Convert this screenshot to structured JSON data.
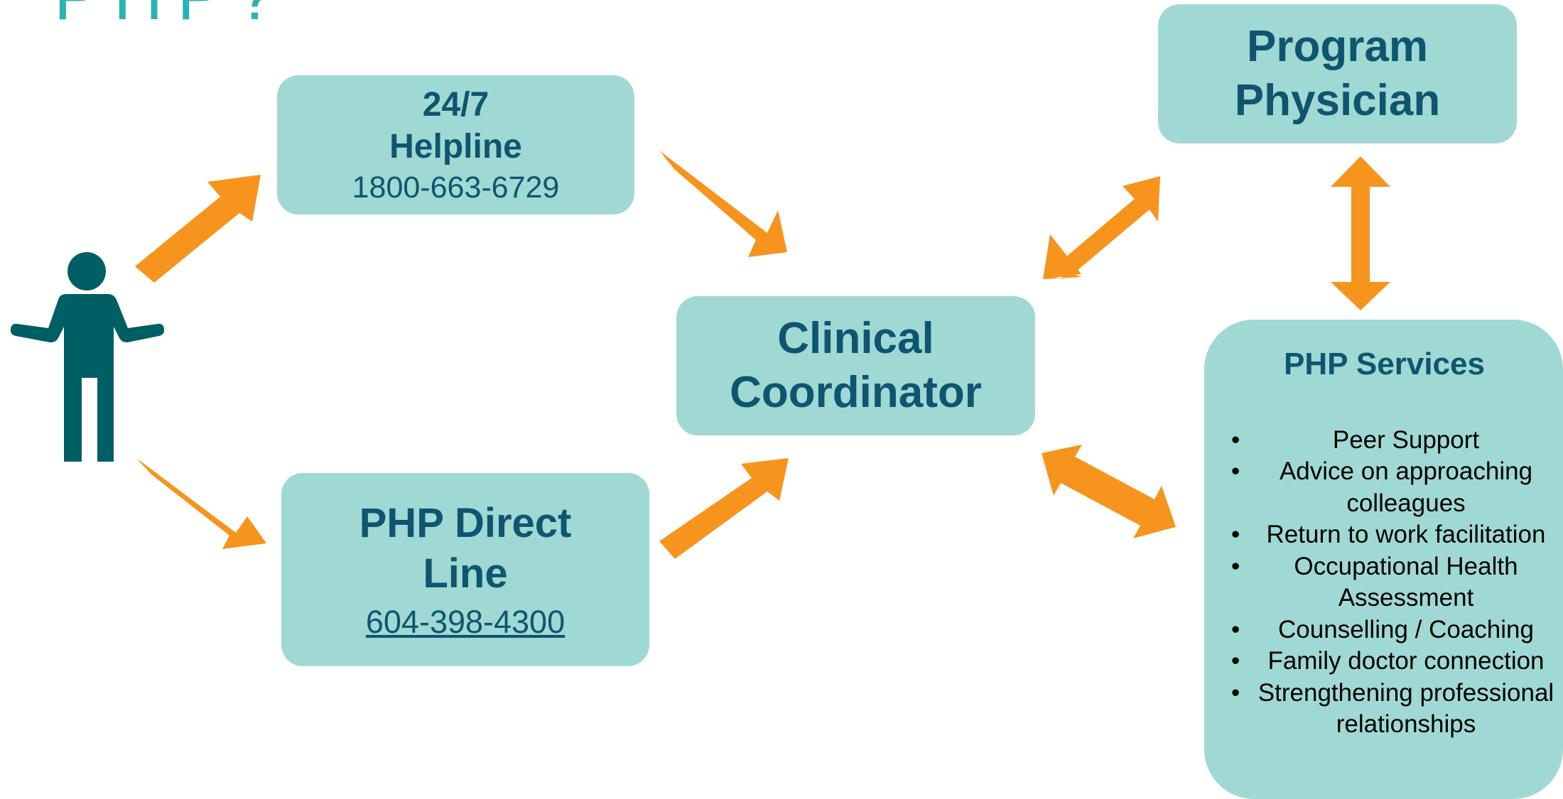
{
  "header": {
    "title_fragment": "PHP?"
  },
  "nodes": {
    "helpline": {
      "title_line1": "24/7",
      "title_line2": "Helpline",
      "phone": "1800-663-6729"
    },
    "direct_line": {
      "title_line1": "PHP Direct",
      "title_line2": "Line",
      "phone": "604-398-4300"
    },
    "coordinator": {
      "title_line1": "Clinical",
      "title_line2": "Coordinator"
    },
    "physician": {
      "title_line1": "Program",
      "title_line2": "Physician"
    },
    "services": {
      "title": "PHP Services",
      "items": [
        "Peer Support",
        "Advice on approaching colleagues",
        "Return to work facilitation",
        "Occupational Health Assessment",
        "Counselling / Coaching",
        "Family doctor connection",
        "Strengthening professional relationships"
      ]
    }
  },
  "icons": {
    "person": "person-shrug-icon"
  },
  "colors": {
    "box_fill": "#a0d9d3",
    "box_text": "#0e5570",
    "arrow": "#f7941d",
    "person": "#005f64",
    "header_text": "#2ab3b0"
  }
}
